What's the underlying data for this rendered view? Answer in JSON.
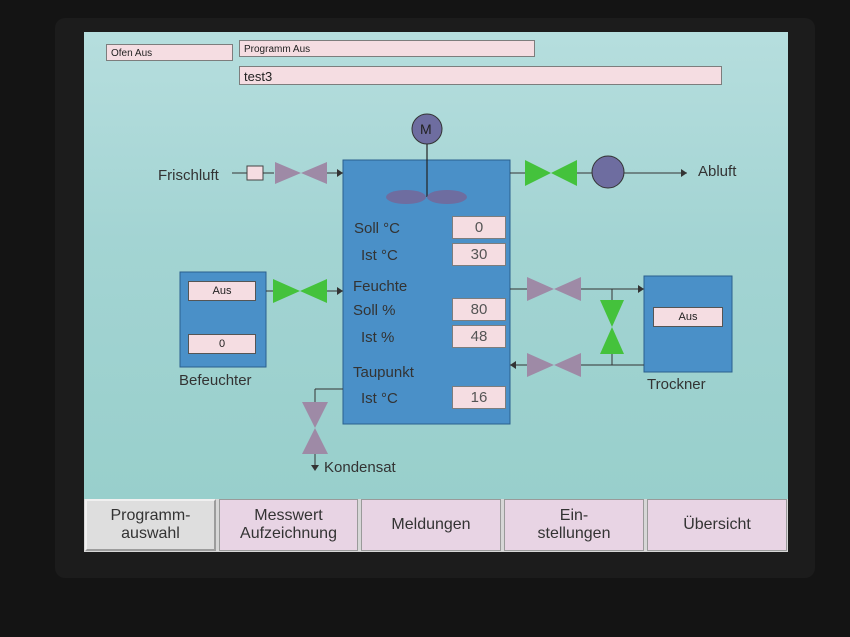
{
  "header": {
    "oven_status": "Ofen Aus",
    "program_status": "Programm Aus",
    "program_name": "test3"
  },
  "diagram": {
    "motor_label": "M",
    "fresh_air_label": "Frischluft",
    "exhaust_label": "Abluft",
    "condensate_label": "Kondensat",
    "humidifier": {
      "label": "Befeuchter",
      "status": "Aus",
      "value": "0"
    },
    "dryer": {
      "label": "Trockner",
      "status": "Aus"
    },
    "chamber": {
      "soll_temp_label": "Soll °C",
      "soll_temp_value": "0",
      "ist_temp_label": "Ist °C",
      "ist_temp_value": "30",
      "humidity_heading": "Feuchte",
      "soll_humidity_label": "Soll %",
      "soll_humidity_value": "80",
      "ist_humidity_label": "Ist %",
      "ist_humidity_value": "48",
      "dewpoint_heading": "Taupunkt",
      "dewpoint_label": "Ist °C",
      "dewpoint_value": "16"
    },
    "valve_colors": {
      "open": "#44c23c",
      "closed": "#9e8aa6"
    }
  },
  "nav": {
    "program_select": "Programm-\nauswahl",
    "data_logging": "Messwert\nAufzeichnung",
    "messages": "Meldungen",
    "settings": "Ein-\nstellungen",
    "overview": "Übersicht"
  }
}
